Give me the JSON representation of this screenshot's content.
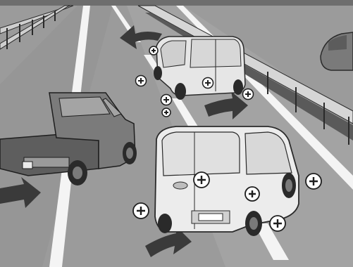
{
  "image": {
    "description_kind": "grayscale technical illustration",
    "palette": {
      "road": "#9a9a9a",
      "road_dark": "#8a8a8a",
      "lane_marking": "#f4f4f4",
      "vehicle_fill": "#e6e6e6",
      "vehicle_shadow": "#bdbdbd",
      "outline": "#2a2a2a",
      "arrow": "#3a3a3a",
      "top_bar": "#6e6e6e"
    },
    "markers": {
      "symbol": "+",
      "count": 11
    },
    "elements": [
      {
        "name": "highway-scene"
      },
      {
        "name": "pickup-truck"
      },
      {
        "name": "van-front-left"
      },
      {
        "name": "van-rear-center"
      },
      {
        "name": "car-far-right"
      },
      {
        "name": "guard-rail-left"
      },
      {
        "name": "guard-rail-right"
      },
      {
        "name": "motion-arrows"
      }
    ]
  }
}
